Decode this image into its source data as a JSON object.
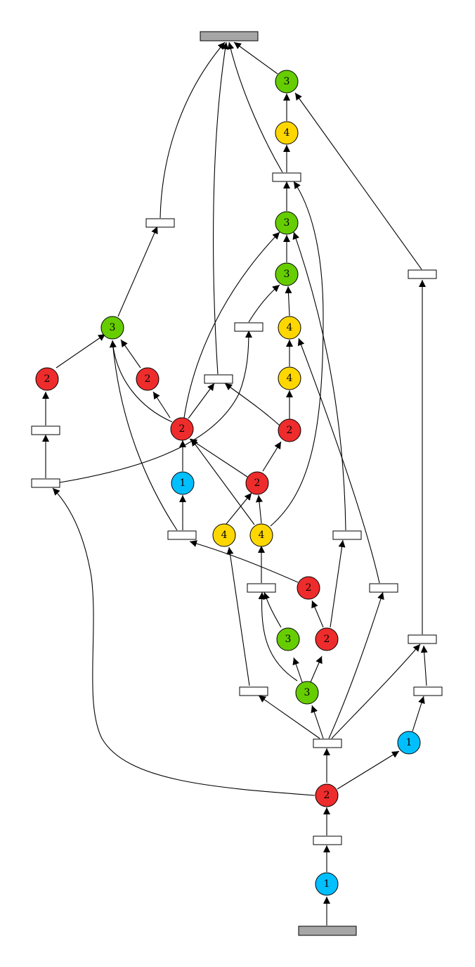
{
  "diagram": {
    "type": "petri-net",
    "colors": {
      "1": "#00bfff",
      "2": "#ee2c2c",
      "3": "#66cd00",
      "4": "#ffd700",
      "transition_fill": "#ffffff",
      "terminal_fill": "#a6a6a6"
    },
    "places": [
      {
        "id": "p1",
        "label": "3",
        "kind": "3"
      },
      {
        "id": "p2",
        "label": "4",
        "kind": "4"
      },
      {
        "id": "p3",
        "label": "3",
        "kind": "3"
      },
      {
        "id": "p4",
        "label": "3",
        "kind": "3"
      },
      {
        "id": "p5",
        "label": "3",
        "kind": "3"
      },
      {
        "id": "p6",
        "label": "4",
        "kind": "4"
      },
      {
        "id": "p7",
        "label": "2",
        "kind": "2"
      },
      {
        "id": "p8",
        "label": "2",
        "kind": "2"
      },
      {
        "id": "p9",
        "label": "4",
        "kind": "4"
      },
      {
        "id": "p10",
        "label": "2",
        "kind": "2"
      },
      {
        "id": "p11",
        "label": "2",
        "kind": "2"
      },
      {
        "id": "p12",
        "label": "1",
        "kind": "1"
      },
      {
        "id": "p13",
        "label": "2",
        "kind": "2"
      },
      {
        "id": "p14",
        "label": "4",
        "kind": "4"
      },
      {
        "id": "p15",
        "label": "4",
        "kind": "4"
      },
      {
        "id": "p16",
        "label": "2",
        "kind": "2"
      },
      {
        "id": "p17",
        "label": "3",
        "kind": "3"
      },
      {
        "id": "p18",
        "label": "2",
        "kind": "2"
      },
      {
        "id": "p19",
        "label": "3",
        "kind": "3"
      },
      {
        "id": "p20",
        "label": "1",
        "kind": "1"
      },
      {
        "id": "p21",
        "label": "2",
        "kind": "2"
      },
      {
        "id": "p22",
        "label": "1",
        "kind": "1"
      }
    ]
  }
}
